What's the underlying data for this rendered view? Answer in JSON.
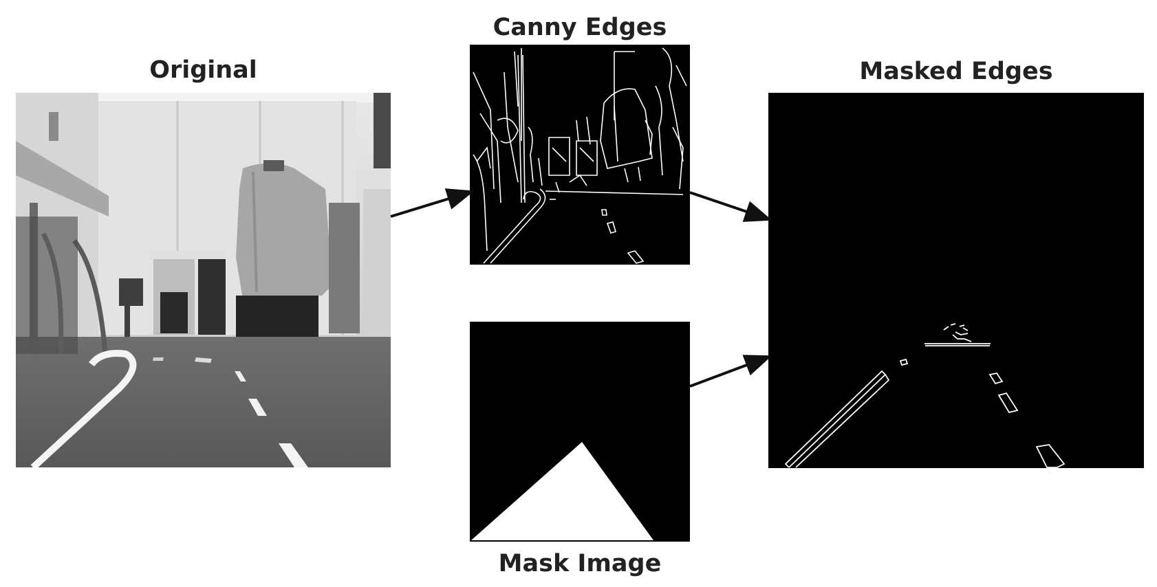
{
  "figure": {
    "panels": {
      "original": {
        "title": "Original"
      },
      "canny": {
        "title": "Canny Edges"
      },
      "mask": {
        "title": "Mask Image"
      },
      "masked": {
        "title": "Masked Edges"
      }
    },
    "colors": {
      "background": "#ffffff",
      "image_black": "#000000",
      "edge_white": "#ffffff",
      "title_text": "#222222",
      "arrow": "#111111"
    },
    "icons": [
      "arrow-icon"
    ]
  }
}
